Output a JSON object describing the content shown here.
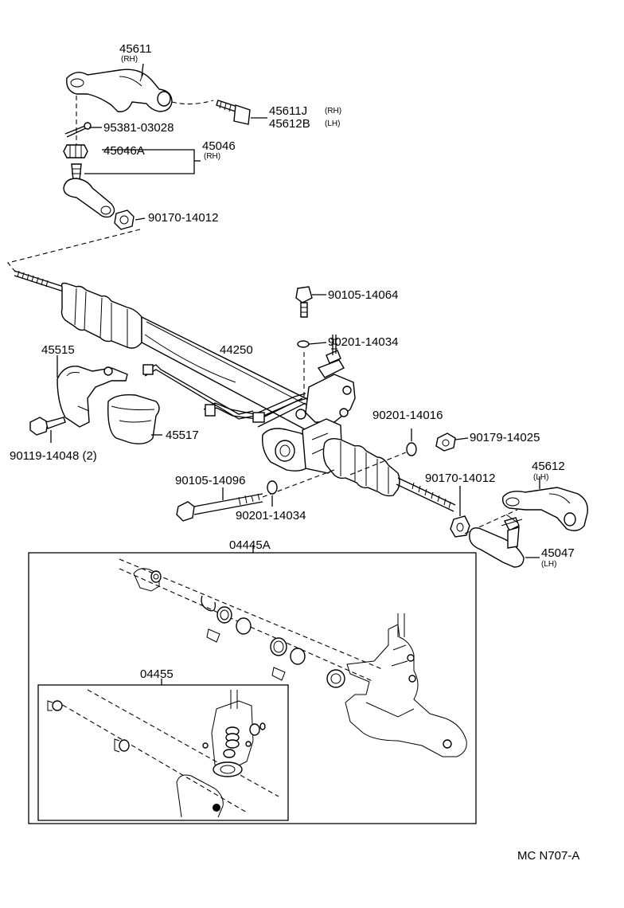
{
  "labels": {
    "p45611": "45611",
    "p45611_side": "(RH)",
    "p45611j": "45611J",
    "p45611j_side": "(RH)",
    "p45612b": "45612B",
    "p45612b_side": "(LH)",
    "p95381": "95381-03028",
    "p45046a": "45046A",
    "p45046": "45046",
    "p45046_side": "(RH)",
    "p90170a": "90170-14012",
    "p90105a": "90105-14064",
    "p90201a": "90201-14034",
    "p45515": "45515",
    "p44250": "44250",
    "p90201b": "90201-14016",
    "p90179": "90179-14025",
    "p45517": "45517",
    "p90119": "90119-14048 (2)",
    "p90105b": "90105-14096",
    "p90170b": "90170-14012",
    "p45612": "45612",
    "p45612_side": "(LH)",
    "p90201c": "90201-14034",
    "p04445a": "04445A",
    "p45047": "45047",
    "p45047_side": "(LH)",
    "p04455": "04455",
    "code": "MC N707-A"
  }
}
